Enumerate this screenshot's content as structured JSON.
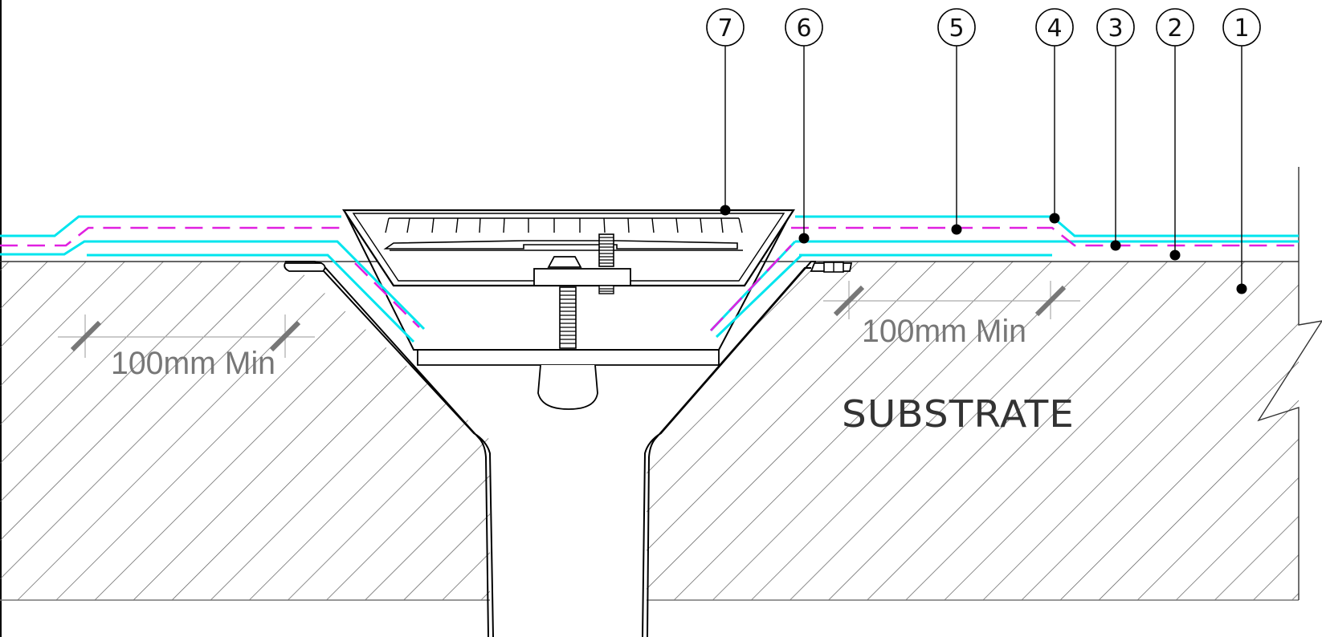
{
  "callouts": [
    "7",
    "6",
    "5",
    "4",
    "3",
    "2",
    "1"
  ],
  "dimensions": {
    "left": "100mm Min",
    "right": "100mm Min"
  },
  "labels": {
    "substrate": "SUBSTRATE"
  },
  "colors": {
    "line": "#000000",
    "hatch": "#5a5a5a",
    "membrane": "#00e5ee",
    "reinforcement": "#e020e0",
    "dimension": "#808080"
  }
}
